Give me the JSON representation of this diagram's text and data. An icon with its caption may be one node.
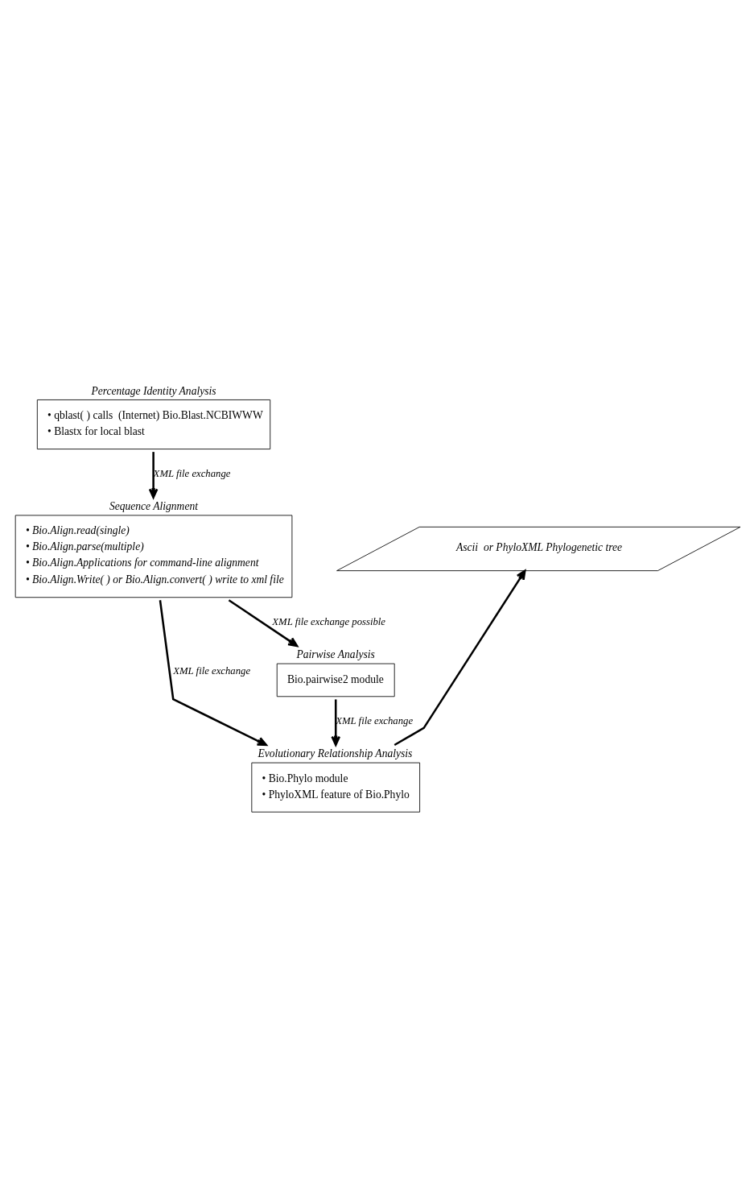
{
  "diagram": {
    "nodes": [
      {
        "text": [
          "Percentage Identity Analysis",
          "• qblast( ) calls  (Internet) Bio.Blast.NCBIWWW",
          "• Blastx for local blast"
        ]
      },
      {
        "text": [
          "Ascii  or PhyloXML Phylogenetic tree"
        ]
      },
      {
        "text": [
          "Sequence Alignment",
          "• Bio.Align.read(single)",
          "• Bio.Align.parse(multiple)",
          "• Bio.Align.Applications for command-line alignment",
          "• Bio.Align.Write( ) or Bio.Align.convert( ) write to xml file"
        ]
      },
      {
        "text": [
          "Evolutionary Relationship Analysis",
          "• Bio.Phylo module",
          "• PhyloXML feature of Bio.Phylo"
        ]
      },
      {
        "text": [
          "Pairwise Analysis",
          "Bio.pairwise2 module"
        ]
      }
    ],
    "edges": [
      {
        "from": 0,
        "to": 2,
        "arrow": "to",
        "label": "XML file exchange"
      },
      {
        "from": 2,
        "to": 3,
        "arrow": "to",
        "label": "XML file exchange"
      },
      {
        "from": 3,
        "to": 1,
        "arrow": "to"
      },
      {
        "from": 2,
        "to": 4,
        "arrow": "to",
        "label": "XML file exchange possible"
      },
      {
        "from": 4,
        "to": 3,
        "arrow": "to",
        "label": "XML file exchange"
      }
    ]
  }
}
